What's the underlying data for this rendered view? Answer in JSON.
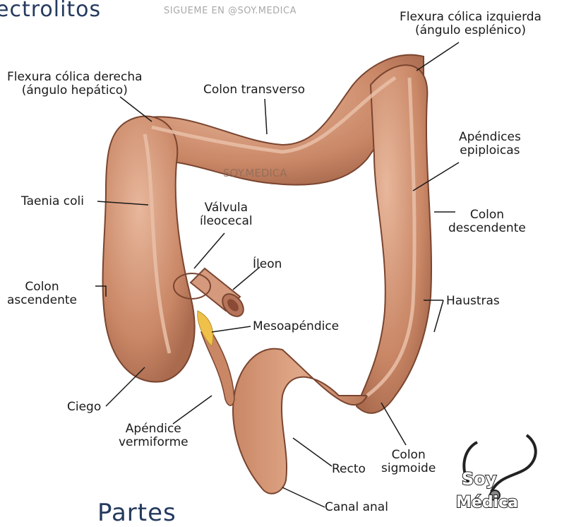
{
  "header": {
    "title_fragment": "ectrolitos",
    "watermark": "SIGUEME EN @SOY.MEDICA"
  },
  "diagram": {
    "center_watermark": "SOY.MEDICA",
    "labels": {
      "flexura_izq_1": "Flexura cólica izquierda",
      "flexura_izq_2": "(ángulo esplénico)",
      "flexura_der_1": "Flexura cólica derecha",
      "flexura_der_2": "(ángulo hepático)",
      "colon_transverso": "Colon transverso",
      "apendices_1": "Apéndices",
      "apendices_2": "epiploicas",
      "taenia_coli": "Taenia coli",
      "valvula_1": "Válvula",
      "valvula_2": "íleocecal",
      "colon_desc_1": "Colon",
      "colon_desc_2": "descendente",
      "ileon": "Íleon",
      "colon_asc_1": "Colon",
      "colon_asc_2": "ascendente",
      "haustras": "Haustras",
      "mesoapendice": "Mesoapéndice",
      "ciego": "Ciego",
      "apendice_1": "Apéndice",
      "apendice_2": "vermiforme",
      "colon_sig_1": "Colon",
      "colon_sig_2": "sigmoide",
      "recto": "Recto",
      "canal_anal": "Canal anal"
    }
  },
  "footer": {
    "partial_title": "Partes"
  },
  "logo": {
    "text_top": "Soy",
    "text_bottom": "Médica"
  }
}
